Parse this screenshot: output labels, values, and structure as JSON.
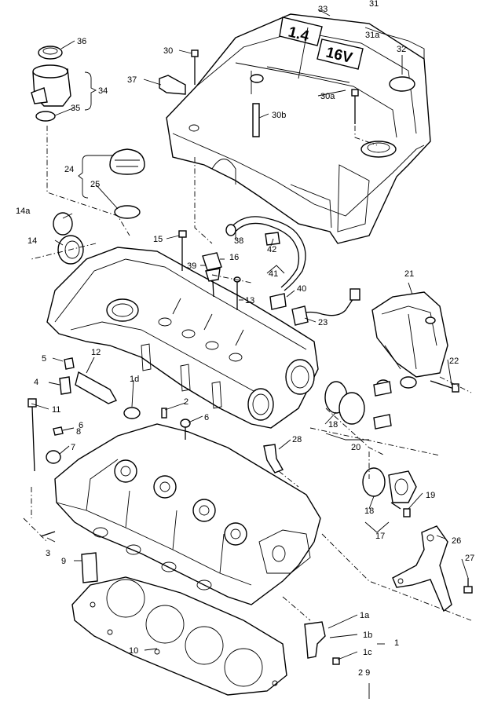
{
  "cover_badge": {
    "size": "1.4",
    "valves": "16V"
  },
  "callouts": [
    {
      "id": "c33",
      "text": "33"
    },
    {
      "id": "c31",
      "text": "31"
    },
    {
      "id": "c31a",
      "text": "31a"
    },
    {
      "id": "c32",
      "text": "32"
    },
    {
      "id": "c30",
      "text": "30"
    },
    {
      "id": "c30a",
      "text": "30a"
    },
    {
      "id": "c30b",
      "text": "30b"
    },
    {
      "id": "c36",
      "text": "36"
    },
    {
      "id": "c34",
      "text": "34"
    },
    {
      "id": "c35",
      "text": "35"
    },
    {
      "id": "c37",
      "text": "37"
    },
    {
      "id": "c24",
      "text": "24"
    },
    {
      "id": "c25",
      "text": "25"
    },
    {
      "id": "c14a",
      "text": "14a"
    },
    {
      "id": "c14",
      "text": "14"
    },
    {
      "id": "c15",
      "text": "15"
    },
    {
      "id": "c38",
      "text": "38"
    },
    {
      "id": "c42",
      "text": "42"
    },
    {
      "id": "c16",
      "text": "16"
    },
    {
      "id": "c39",
      "text": "39"
    },
    {
      "id": "c41",
      "text": "41"
    },
    {
      "id": "c21",
      "text": "21"
    },
    {
      "id": "c13",
      "text": "13"
    },
    {
      "id": "c40",
      "text": "40"
    },
    {
      "id": "c23",
      "text": "23"
    },
    {
      "id": "c5",
      "text": "5"
    },
    {
      "id": "c12",
      "text": "12"
    },
    {
      "id": "c4",
      "text": "4"
    },
    {
      "id": "c1d",
      "text": "1d"
    },
    {
      "id": "c22",
      "text": "22"
    },
    {
      "id": "c11",
      "text": "11"
    },
    {
      "id": "c2",
      "text": "2"
    },
    {
      "id": "c6a",
      "text": "6"
    },
    {
      "id": "c6b",
      "text": "6"
    },
    {
      "id": "c18a",
      "text": "18"
    },
    {
      "id": "c7",
      "text": "7"
    },
    {
      "id": "c28",
      "text": "28"
    },
    {
      "id": "c20",
      "text": "20"
    },
    {
      "id": "c8",
      "text": "8"
    },
    {
      "id": "c19",
      "text": "19"
    },
    {
      "id": "c18b",
      "text": "18"
    },
    {
      "id": "c17",
      "text": "17"
    },
    {
      "id": "c26",
      "text": "26"
    },
    {
      "id": "c3",
      "text": "3"
    },
    {
      "id": "c27",
      "text": "27"
    },
    {
      "id": "c9",
      "text": "9"
    },
    {
      "id": "c1a",
      "text": "1a"
    },
    {
      "id": "c1b",
      "text": "1b"
    },
    {
      "id": "c1c",
      "text": "1c"
    },
    {
      "id": "c1",
      "text": "1"
    },
    {
      "id": "c10",
      "text": "10"
    },
    {
      "id": "c29",
      "text": "2 9"
    }
  ]
}
